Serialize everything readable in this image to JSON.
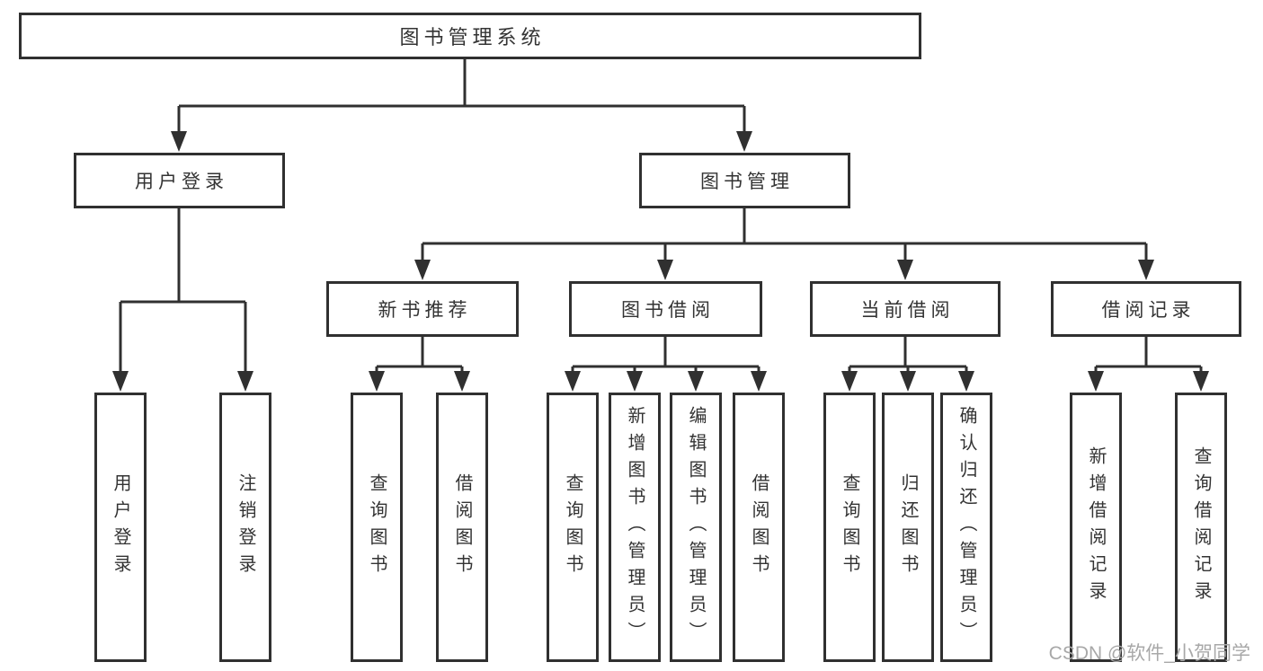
{
  "tree": {
    "label": "图书管理系统",
    "children": [
      {
        "label": "用户登录",
        "children": [
          {
            "label": "用户登录"
          },
          {
            "label": "注销登录"
          }
        ]
      },
      {
        "label": "图书管理",
        "children": [
          {
            "label": "新书推荐",
            "children": [
              {
                "label": "查询图书"
              },
              {
                "label": "借阅图书"
              }
            ]
          },
          {
            "label": "图书借阅",
            "children": [
              {
                "label": "查询图书"
              },
              {
                "label": "新增图书（管理员）"
              },
              {
                "label": "编辑图书（管理员）"
              },
              {
                "label": "借阅图书"
              }
            ]
          },
          {
            "label": "当前借阅",
            "children": [
              {
                "label": "查询图书"
              },
              {
                "label": "归还图书"
              },
              {
                "label": "确认归还（管理员）"
              }
            ]
          },
          {
            "label": "借阅记录",
            "children": [
              {
                "label": "新增借阅记录"
              },
              {
                "label": "查询借阅记录"
              }
            ]
          }
        ]
      }
    ]
  },
  "watermark": {
    "text": "CSDN @软件_小贺同学"
  },
  "colors": {
    "line": "#303030",
    "box_border": "#303030",
    "text": "#333333",
    "background": "#ffffff",
    "watermark": "#a8a8a8"
  }
}
